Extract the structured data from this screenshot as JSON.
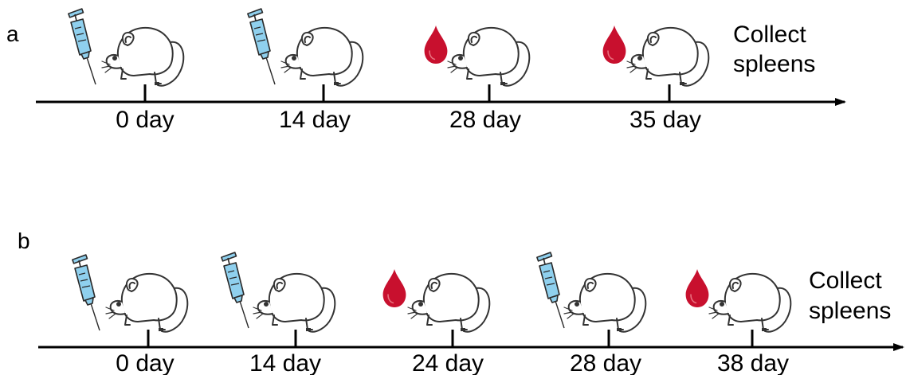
{
  "panels": [
    {
      "label": "a",
      "events": [
        {
          "icon": "syringe-icon",
          "day_label": "0 day"
        },
        {
          "icon": "syringe-icon",
          "day_label": "14 day"
        },
        {
          "icon": "blood-drop-icon",
          "day_label": "28 day"
        },
        {
          "icon": "blood-drop-icon",
          "day_label": "35 day"
        }
      ],
      "end_note": [
        "Collect",
        "spleens"
      ]
    },
    {
      "label": "b",
      "events": [
        {
          "icon": "syringe-icon",
          "day_label": "0 day"
        },
        {
          "icon": "syringe-icon",
          "day_label": "14 day"
        },
        {
          "icon": "blood-drop-icon",
          "day_label": "24 day"
        },
        {
          "icon": "syringe-icon",
          "day_label": "28 day"
        },
        {
          "icon": "blood-drop-icon",
          "day_label": "38 day"
        }
      ],
      "end_note": [
        "Collect",
        "spleens"
      ]
    }
  ],
  "colors": {
    "syringe_fill": "#8fd0ee",
    "syringe_stroke": "#2a2a2a",
    "blood": "#c8102e",
    "axis": "#000000"
  }
}
